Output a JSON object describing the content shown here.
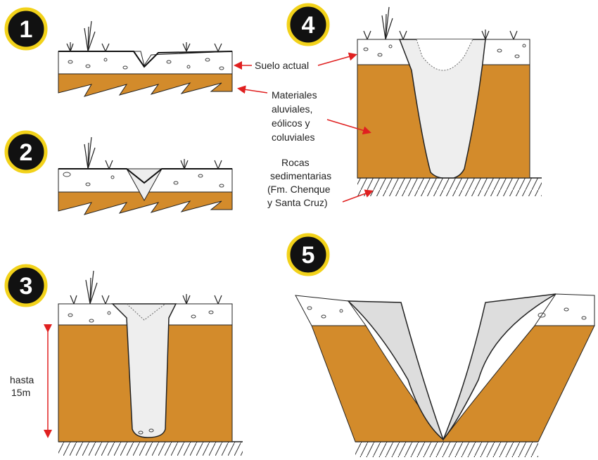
{
  "colors": {
    "soil": "#d38b2b",
    "badge_fill": "#111111",
    "badge_ring": "#f2d21a",
    "arrow": "#e02020",
    "gully_fill": "#eeeeee",
    "topsoil": "#ffffff"
  },
  "stages": [
    "1",
    "2",
    "3",
    "4",
    "5"
  ],
  "labels": {
    "suelo": "Suelo actual",
    "materiales": [
      "Materiales",
      "aluviales,",
      "eólicos y",
      "coluviales"
    ],
    "rocas": [
      "Rocas",
      "sedimentarias",
      "(Fm. Chenque",
      "y Santa Cruz)"
    ],
    "hasta": [
      "hasta",
      "15m"
    ]
  }
}
